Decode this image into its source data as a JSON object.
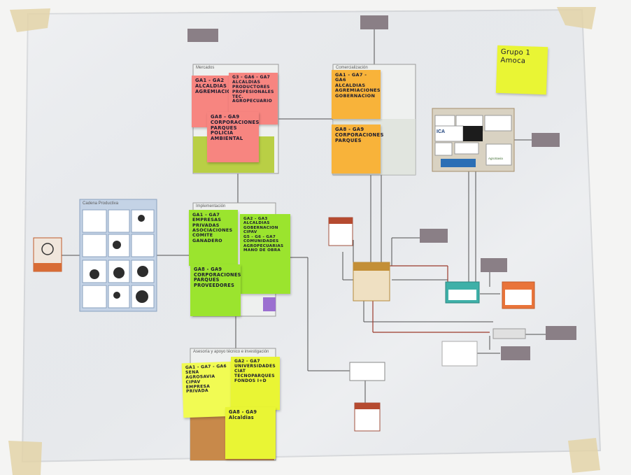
{
  "colors": {
    "poster_bg": "#e9ebed",
    "note_pink": "#f78580",
    "note_orange": "#f8b33a",
    "note_green": "#9be42e",
    "note_yellow": "#e9f534",
    "note_yellow_light": "#f1fb53",
    "gray_box": "#8a7f86",
    "line": "#505050",
    "red_line": "#9b3a2b"
  },
  "sections": {
    "mercados": "Mercados",
    "comercializacion": "Comercialización",
    "cadena_productiva": "Cadena Productiva",
    "implementacion": "Implementación",
    "asesoria": "Asesoría y apoyo técnico e investigación"
  },
  "notes": {
    "grupo": "Grupo 1\nAmoca",
    "mercados_left": "GA1 - GA2\nALCALDIAS\nAGREMIACIONES",
    "mercados_right": "G3 - GA6 - GA7\nALCALDIAS\nPRODUCTORES\nPROFESIONALES\nTEC. AGROPECUARIO",
    "mercados_bottom": "GA8 - GA9\nCORPORACIONES\nPARQUES\nPOLICIA AMBIENTAL",
    "comerc_top": "GA1 - GA7 - GA6\nALCALDIAS\nAGREMIACIONES\nGOBERNACION",
    "comerc_bottom": "GA8 - GA9\nCORPORACIONES\nPARQUES",
    "impl_left": "GA1 - GA7\nEMPRESAS\nPRIVADAS\nASOCIACIONES\nCOMITE\nGANADERO",
    "impl_right": "GA2 - GA3\nALCALDIAS\nGOBERNACION\nCIPAV\nG5 - G6 - GA7\nCOMUNIDADES AGROPECUARIAS\nMANO DE OBRA",
    "impl_bottom": "GA8 - GA9\nCORPORACIONES\nPARQUES\nPROVEEDORES",
    "asesoria_left": "GA1 - GA7 - GA6\nSENA\nAGROSAVIA\nCIPAV\nEMPRESA\nPRIVADA",
    "asesoria_right": "GA2 - GA7\nUNIVERSIDADES\nCIAT\nTECNOPARQUES\nFONDOS I+D",
    "asesoria_bottom": "GA8 - GA9\nAlcaldias"
  },
  "cadena_logos": [
    "ICA",
    "AgroSavia"
  ]
}
